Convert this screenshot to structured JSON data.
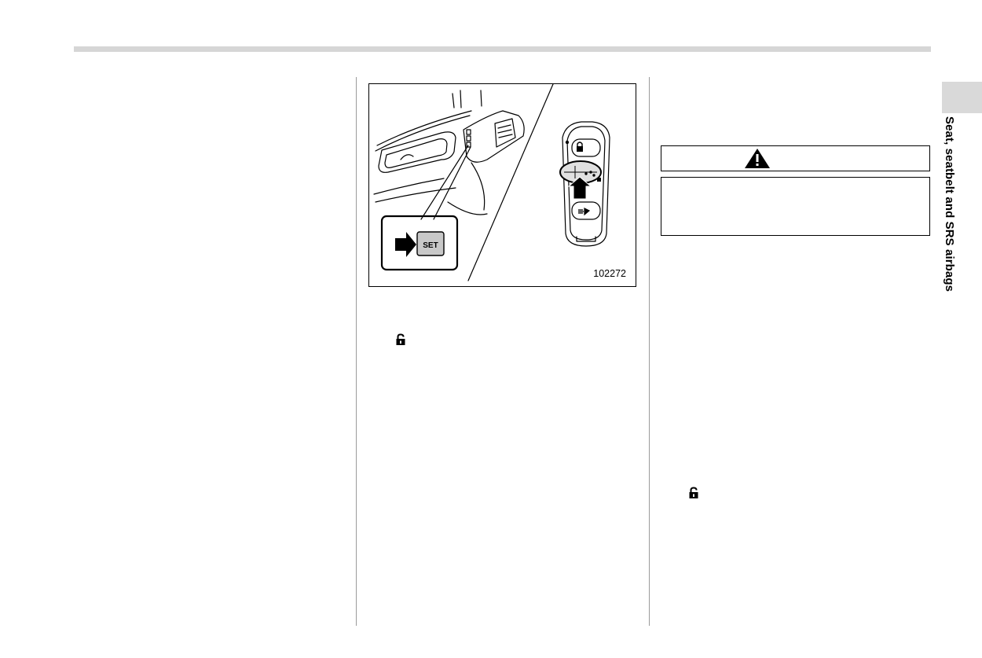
{
  "header": {
    "section_tab_label": "Seat, seatbelt and SRS airbags"
  },
  "figure": {
    "id_label": "102272",
    "set_button_label": "SET"
  },
  "icons": {
    "unlock": "unlock-icon",
    "warning": "warning-triangle-icon"
  }
}
